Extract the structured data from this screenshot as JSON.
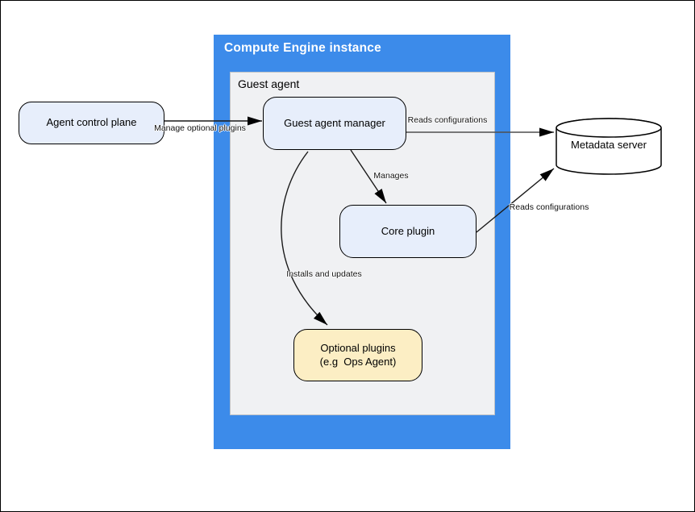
{
  "containers": {
    "compute_engine": {
      "label": "Compute Engine instance",
      "color": "#3C8BEA"
    },
    "guest_agent": {
      "label": "Guest agent",
      "color": "#F0F1F3"
    }
  },
  "nodes": {
    "agent_control_plane": {
      "label": "Agent control plane",
      "fill": "#E7EEFB"
    },
    "guest_agent_manager": {
      "label": "Guest agent manager",
      "fill": "#E7EEFB"
    },
    "core_plugin": {
      "label": "Core plugin",
      "fill": "#E7EEFB"
    },
    "optional_plugins": {
      "line1": "Optional plugins",
      "line2": "(e.g  Ops Agent)",
      "fill": "#FCEEC4"
    },
    "metadata_server": {
      "label": "Metadata server",
      "fill": "#FFFFFF"
    }
  },
  "edges": {
    "manage_optional_plugins": {
      "label": "Manage optional plugins"
    },
    "manager_reads_configurations": {
      "label": "Reads configurations"
    },
    "manages": {
      "label": "Manages"
    },
    "core_reads_configurations": {
      "label": "Reads configurations"
    },
    "installs_and_updates": {
      "label": "Installs and updates"
    }
  }
}
